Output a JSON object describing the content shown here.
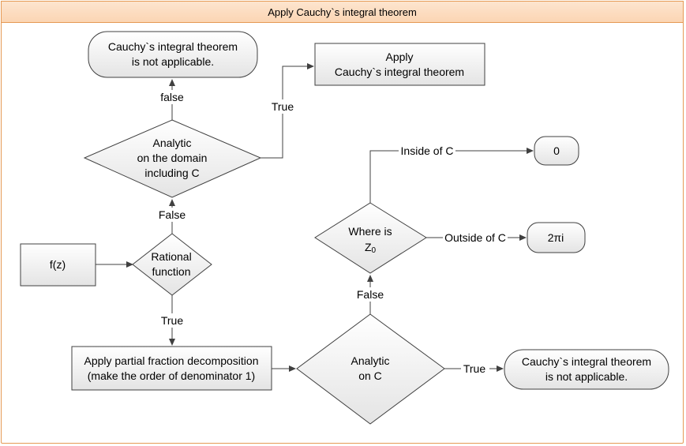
{
  "title": "Apply Cauchy`s integral theorem",
  "nodes": {
    "fz": "f(z)",
    "rational": [
      "Rational",
      "function"
    ],
    "analytic_domain": [
      "Analytic",
      "on the domain",
      "including C"
    ],
    "not_applicable_top": [
      "Cauchy`s integral theorem",
      "is not applicable."
    ],
    "apply_theorem": [
      "Apply",
      "Cauchy`s integral theorem"
    ],
    "partial_fraction": [
      "Apply partial  fraction decomposition",
      "(make the order of denominator 1)"
    ],
    "analytic_on_c": [
      "Analytic",
      "on C"
    ],
    "not_applicable_bottom": [
      "Cauchy`s integral theorem",
      "is not applicable."
    ],
    "where_is": [
      "Where is",
      "Z",
      "0"
    ],
    "result_zero": "0",
    "result_2pii": "2πi"
  },
  "edges": {
    "false_top": "false",
    "true_top": "True",
    "false_rational": "False",
    "true_rational": "True",
    "false_analytic_c": "False",
    "true_analytic_c": "True",
    "inside": "Inside of C",
    "outside": "Outside of C"
  },
  "colors": {
    "border": "#e59a55",
    "title_bg": "#fbd5b3",
    "shape_fill_top": "#ffffff",
    "shape_fill_bottom": "#e6e6e6",
    "stroke": "#404040"
  }
}
